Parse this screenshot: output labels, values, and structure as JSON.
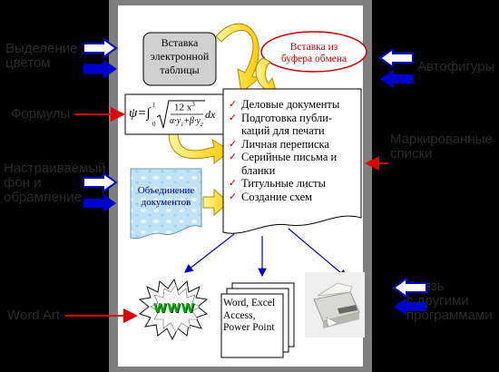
{
  "left_labels": [
    {
      "id": "highlight",
      "text": "Выделение\nцветом"
    },
    {
      "id": "formulas",
      "text": "Формулы"
    },
    {
      "id": "background",
      "text": "Настраиваемый\nфон и\nобрамление"
    },
    {
      "id": "wordart",
      "text": "Word Art"
    }
  ],
  "right_labels": [
    {
      "id": "autoshapes",
      "text": "Автофигуры"
    },
    {
      "id": "bulleted",
      "text": "Маркированные\nсписки"
    },
    {
      "id": "links",
      "text": "Связь\nс другими\nпрограммами"
    }
  ],
  "boxes": {
    "table_insert": "Вставка\nэлектронной\nтаблицы",
    "clipboard_insert": "Вставка из\nбуфера обмена",
    "merge_docs": "Объединение\nдокументов",
    "programs": "Word, Excel\nAccess,\nPower Point",
    "wordart_text": "WWW"
  },
  "formula": {
    "lhs": "ψ=∫",
    "limits_upper": "1",
    "limits_lower": "0",
    "numerator": "12 x",
    "numerator_power": "3",
    "denominator": "α·y",
    "den_sub1": "1",
    "den_mid": "+β·y",
    "den_sub2": "2",
    "dx": "dx"
  },
  "checklist": [
    "Деловые документы",
    "Подготовка публи-\nкаций для печати",
    "Личная переписка",
    "Серийные письма и\nбланки",
    "Титульные листы",
    "Создание схем"
  ],
  "colors": {
    "background": "#000000",
    "side_label": "#2b2b2b",
    "frame": "#7f7f7f",
    "arrow_blue": "#0000cc",
    "arrow_red": "#dd0000",
    "clipboard_text": "#cc0000",
    "merge_text": "#00008b",
    "yellow_arrow": "#ffd400",
    "wordart_green": "#11aa11"
  }
}
